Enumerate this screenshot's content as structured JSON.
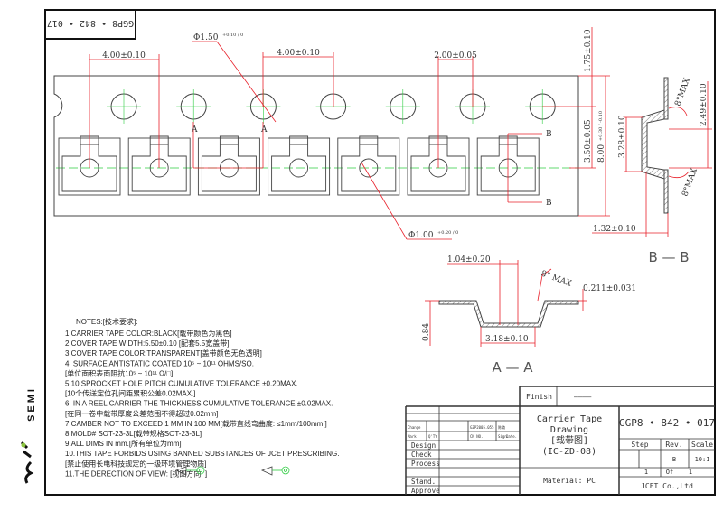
{
  "drawing_id": "GGP8 • 842 • 017",
  "dims": {
    "pitch_pocket": "4.00±0.10",
    "pitch_sprocket": "4.00±0.10",
    "hole_offset": "2.00±0.05",
    "sprocket_dia": "Φ1.50",
    "sprocket_dia_tol": "+0.10 / 0",
    "pocket_hole_dia": "Φ1.00",
    "pocket_hole_dia_tol": "+0.20 / 0",
    "edge_to_hole": "1.75±0.10",
    "hole_to_center": "3.50±0.05",
    "tape_width": "8.00",
    "tape_width_tol": "+0.30 / -0.10",
    "section_a": "A",
    "section_b": "B"
  },
  "section_bb": {
    "title": "B — B",
    "pocket_depth": "3.28±0.10",
    "height": "2.49±0.10",
    "draft_top": "8°MAX",
    "draft_bottom": "8°MAX",
    "bottom_width": "1.32±0.10"
  },
  "section_aa": {
    "title": "A — A",
    "hole_width": "1.04±0.20",
    "draft": "8° MAX",
    "thickness": "0.211±0.031",
    "depth": "0.84",
    "bottom_width": "3.18±0.10"
  },
  "notes": {
    "title": "NOTES:[技术要求]:",
    "lines": [
      "1.CARRIER TAPE COLOR:BLACK[载带颜色为黑色]",
      "2.COVER TAPE WIDTH:5.50±0.10 [配套5.5宽盖带]",
      "3.COVER TAPE COLOR:TRANSPARENT[盖带颜色无色透明]",
      "4. SURFACE  ANTISTATIC COATED 10⁵ ~ 10¹¹ OHMS/SQ.",
      "  [单位面积表面阻抗10⁵ ~ 10¹¹ Ω/□]",
      "5.10 SPROCKET HOLE PITCH CUMULATIVE TOLERANCE ±0.20MAX.",
      "  [10个传送定位孔间距累积公差0.02MAX.]",
      "6. IN A REEL CARRIER THE THICKNESS CUMULATIVE TOLERANCE ±0.02MAX.",
      "  [在同一卷中载带厚度公差范围不得超过0.02mm]",
      "7.CAMBER NOT TO EXCEED 1 MM IN 100 MM[载带直线弯曲度: ≤1mm/100mm.]",
      "8.MOLD# SOT-23-3L[载带规格SOT-23-3L]",
      "9.ALL DIMS IN mm.[所有单位为mm]",
      "10.THIS TAPE FORBIDS USING BANNED SUBSTANCES OF JCET PRESCRIBING.",
      "  [禁止使用长电科技规定的一级环境管理物质]",
      "11.THE DERECTION OF VIEW:          [视图方向:          ]"
    ]
  },
  "title_block": {
    "finish_label": "Finish",
    "finish_value": "————",
    "change_row": [
      "Change",
      "",
      "GZP2005.055",
      "陈璐",
      ""
    ],
    "header_row": [
      "Mark",
      "Q'TY",
      "CN NO.",
      "Sign.",
      "Date."
    ],
    "roles": [
      "Design",
      "Check",
      "Process",
      "",
      "Stand.",
      "Approve"
    ],
    "title_lines": [
      "Carrier Tape",
      "Drawing",
      "[载带图]",
      "(IC-ZD-08)"
    ],
    "material": "Material: PC",
    "drawing_no": "GGP8 • 842 • 017",
    "step_label": "Step",
    "rev_label": "Rev.",
    "scale_label": "Scale",
    "rev_value": "B",
    "scale_value": "10:1",
    "sheet": "1",
    "of_label": "Of",
    "sheets": "1",
    "company": "JCET Co.,Ltd"
  },
  "logo": {
    "text": "SEMI",
    "brand_color": "#8cc63f"
  },
  "colors": {
    "dim": "#e8202a",
    "center": "#2ecc40",
    "line": "#333333"
  }
}
